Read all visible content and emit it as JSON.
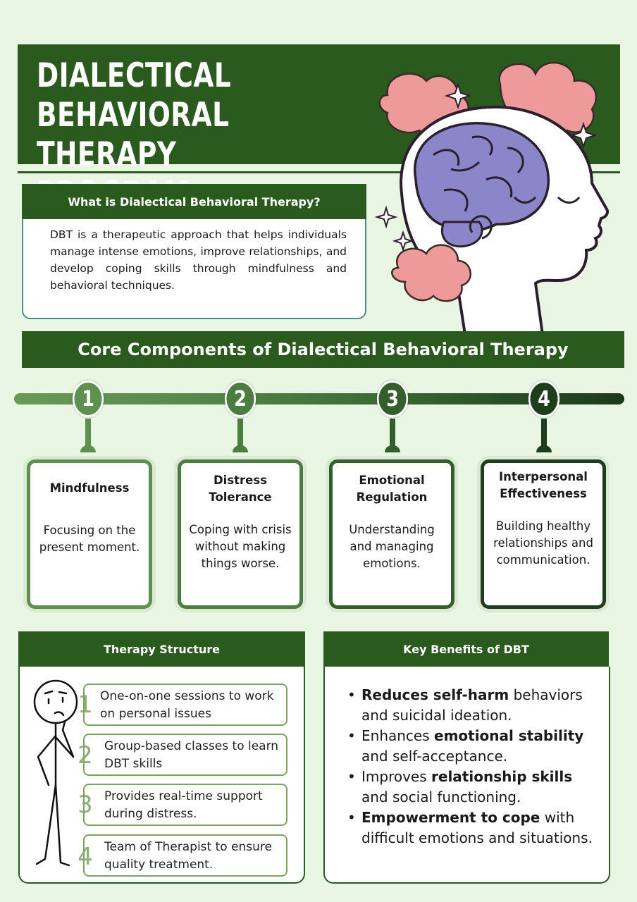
{
  "title": {
    "line1": "DIALECTICAL BEHAVIORAL",
    "line2": "THERAPY PROGRAM"
  },
  "what": {
    "heading": "What is Dialectical Behavioral Therapy?",
    "body": "DBT is a therapeutic approach that helps individuals manage intense emotions, improve relationships, and develop coping skills through mindfulness and behavioral techniques."
  },
  "core": {
    "heading": "Core Components of Dialectical Behavioral Therapy",
    "steps": [
      {
        "num": "1",
        "title": "Mindfulness",
        "desc": "Focusing on the present moment.",
        "color": "#5e9150"
      },
      {
        "num": "2",
        "title": "Distress Tolerance",
        "desc": "Coping with crisis without making things worse.",
        "color": "#4b7d40"
      },
      {
        "num": "3",
        "title": "Emotional Regulation",
        "desc": "Understanding and managing emotions.",
        "color": "#345f2d"
      },
      {
        "num": "4",
        "title": "Interpersonal Effectiveness",
        "desc": "Building healthy relationships and communication.",
        "color": "#1f3d1d"
      }
    ]
  },
  "structure": {
    "heading": "Therapy Structure",
    "items": [
      {
        "num": "1",
        "text": "One-on-one sessions to work on personal issues"
      },
      {
        "num": "2",
        "text": "Group-based classes to learn DBT skills"
      },
      {
        "num": "3",
        "text": "Provides real-time support during distress."
      },
      {
        "num": "4",
        "text": "Team of Therapist to ensure quality treatment."
      }
    ]
  },
  "benefits": {
    "heading": "Key Benefits of DBT",
    "items": [
      {
        "bold": "Reduces self-harm",
        "rest": " behaviors and suicidal ideation.",
        "lead": ""
      },
      {
        "lead": "Enhances ",
        "bold": "emotional stability",
        "rest": " and self-acceptance."
      },
      {
        "lead": "Improves ",
        "bold": "relationship skills",
        "rest": " and social functioning."
      },
      {
        "lead": "",
        "bold": "Empowerment to cope",
        "rest": " with difficult emotions and situations."
      }
    ]
  },
  "colors": {
    "primary": "#2b5a1f",
    "background": "#eaf6e4",
    "brain": "#8b86c9",
    "clouds": "#ee9a9a"
  }
}
